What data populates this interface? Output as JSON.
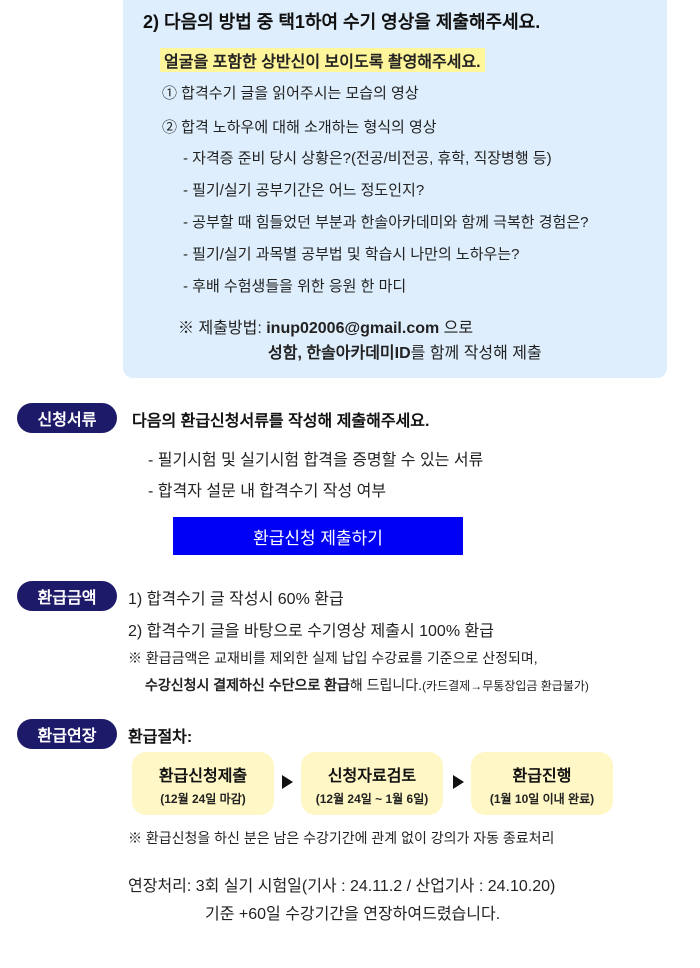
{
  "video_section": {
    "title": "2) 다음의 방법 중 택1하여 수기 영상을 제출해주세요.",
    "highlight": "얼굴을 포함한 상반신이 보이도록 촬영해주세요.",
    "option1": "① 합격수기 글을 읽어주시는 모습의 영상",
    "option2": "② 합격 노하우에 대해 소개하는 형식의 영상",
    "questions": [
      "- 자격증 준비 당시 상황은?(전공/비전공, 휴학, 직장병행 등)",
      "- 필기/실기 공부기간은 어느 정도인지?",
      "- 공부할 때 힘들었던 부분과 한솔아카데미와 함께 극복한 경험은?",
      "- 필기/실기 과목별 공부법 및 학습시 나만의 노하우는?",
      "- 후배 수험생들을 위한 응원 한 마디"
    ],
    "submit_prefix": "※ 제출방법: ",
    "submit_email": "inup02006@gmail.com",
    "submit_suffix": " 으로",
    "submit_line2_bold": "성함, 한솔아카데미ID",
    "submit_line2_rest": "를 함께 작성해  제출"
  },
  "documents": {
    "badge": "신청서류",
    "title": "다음의 환급신청서류를 작성해 제출해주세요.",
    "items": [
      "- 필기시험 및 실기시험 합격을 증명할 수 있는 서류",
      "- 합격자 설문 내 합격수기 작성 여부"
    ],
    "button": "환급신청 제출하기"
  },
  "amount": {
    "badge": "환급금액",
    "line1": "1) 합격수기 글 작성시 60% 환급",
    "line2": "2) 합격수기 글을 바탕으로 수기영상 제출시 100% 환급",
    "note1": "※ 환급금액은 교재비를 제외한 실제 납입 수강료를 기준으로 산정되며,",
    "note2_bold": "수강신청시 결제하신 수단으로 환급",
    "note2_rest": "해 드립니다.",
    "note2_small": "(카드결제→무통장입금 환급불가)"
  },
  "extension": {
    "badge": "환급연장",
    "title": "환급절차:",
    "steps": [
      {
        "title": "환급신청제출",
        "sub": "(12월 24일 마감)"
      },
      {
        "title": "신청자료검토",
        "sub": "(12월 24일 ~ 1월 6일)"
      },
      {
        "title": "환급진행",
        "sub": "(1월 10일 이내 완료)"
      }
    ],
    "note": "※ 환급신청을 하신 분은 남은 수강기간에 관계 없이 강의가 자동 종료처리",
    "ext_line1": "연장처리: 3회 실기 시험일(기사 : 24.11.2 / 산업기사 : 24.10.20)",
    "ext_line2": "기준 +60일 수강기간을 연장하여드렸습니다."
  }
}
